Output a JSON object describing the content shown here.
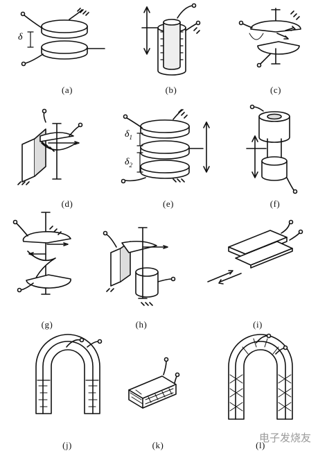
{
  "panels": [
    {
      "id": "a",
      "label": "(a)"
    },
    {
      "id": "b",
      "label": "(b)"
    },
    {
      "id": "c",
      "label": "(c)"
    },
    {
      "id": "d",
      "label": "(d)"
    },
    {
      "id": "e",
      "label": "(e)"
    },
    {
      "id": "f",
      "label": "(f)"
    },
    {
      "id": "g",
      "label": "(g)"
    },
    {
      "id": "h",
      "label": "(h)"
    },
    {
      "id": "i",
      "label": "(i)"
    },
    {
      "id": "j",
      "label": "(j)"
    },
    {
      "id": "k",
      "label": "(k)"
    },
    {
      "id": "l",
      "label": "(l)"
    }
  ],
  "symbols": {
    "delta": "δ",
    "delta1": "δ",
    "delta1_sub": "1",
    "delta2": "δ",
    "delta2_sub": "2"
  },
  "watermark": "电子发烧友"
}
